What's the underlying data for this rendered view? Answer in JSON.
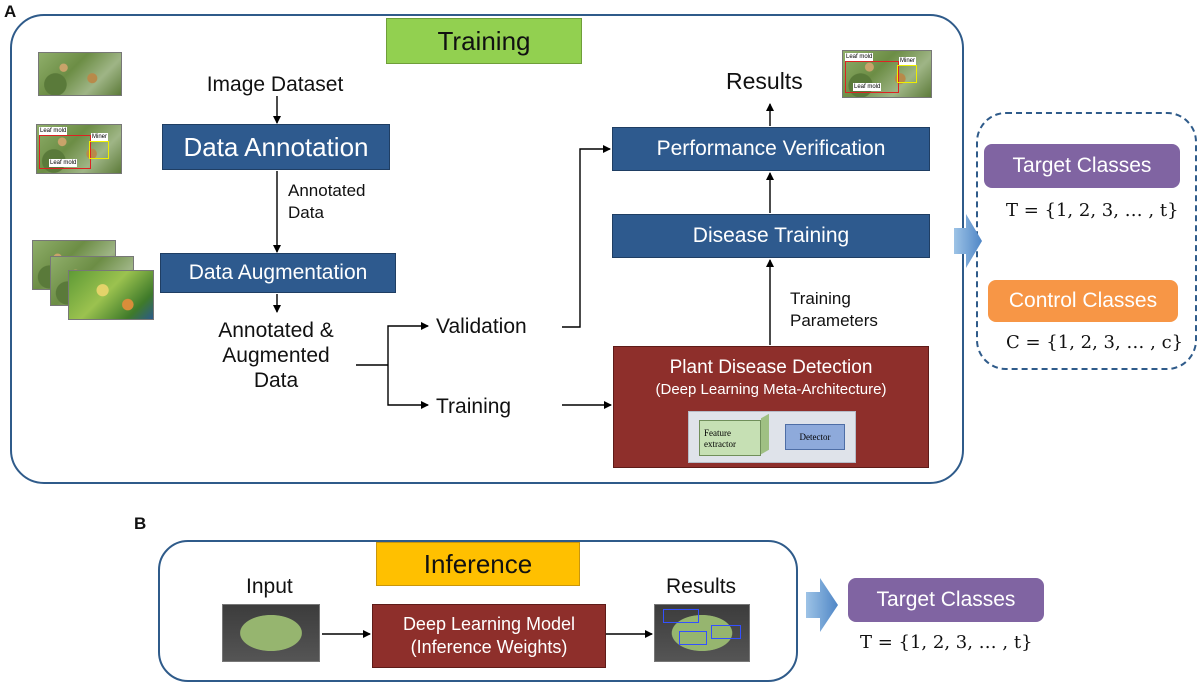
{
  "panel_a": {
    "letter": "A",
    "title": "Training",
    "image_dataset": "Image Dataset",
    "data_annotation": "Data Annotation",
    "annotated_data": [
      "Annotated",
      "Data"
    ],
    "data_augmentation": "Data Augmentation",
    "annotated_augmented": [
      "Annotated &",
      "Augmented",
      "Data"
    ],
    "validation": "Validation",
    "training": "Training",
    "results": "Results",
    "performance_verification": "Performance Verification",
    "disease_training": "Disease Training",
    "training_parameters": [
      "Training",
      "Parameters"
    ],
    "detection_title": "Plant Disease Detection",
    "detection_subtitle": "(Deep Learning Meta-Architecture)",
    "feature_extractor": [
      "Feature",
      "extractor"
    ],
    "detector": "Detector",
    "thumb_labels": {
      "leaf_mold": "Leaf mold",
      "miner": "Miner"
    },
    "target_classes": "Target Classes",
    "target_formula": "T = {1, 2, 3, … , t}",
    "control_classes": "Control Classes",
    "control_formula": "C = {1, 2, 3, … , c}"
  },
  "panel_b": {
    "letter": "B",
    "title": "Inference",
    "input": "Input",
    "model_line1": "Deep Learning Model",
    "model_line2": "(Inference Weights)",
    "results": "Results",
    "target_classes": "Target Classes",
    "target_formula": "T = {1, 2, 3, … , t}"
  },
  "colors": {
    "frame": "#2f5b8a",
    "blue_box": "#2e5a8e",
    "red_box": "#8e2f2b",
    "green_title": "#92d050",
    "yellow_title": "#ffc000",
    "purple": "#8064a2",
    "orange": "#f79646",
    "feature_extractor": "#c6e0b4",
    "detector": "#8eaadb"
  }
}
